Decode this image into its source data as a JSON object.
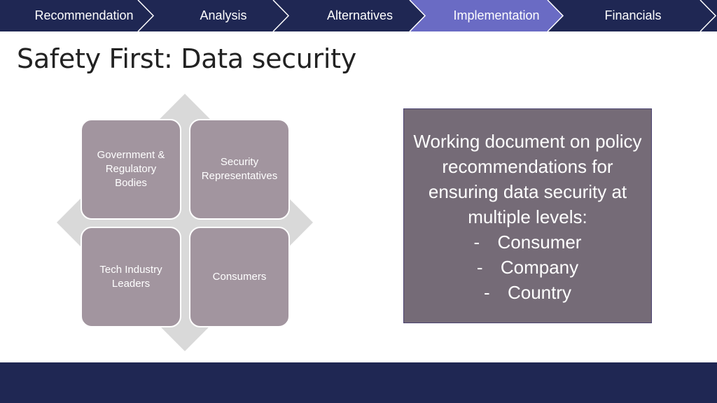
{
  "nav": {
    "items": [
      {
        "label": "Recommendation",
        "active": false
      },
      {
        "label": "Analysis",
        "active": false
      },
      {
        "label": "Alternatives",
        "active": false
      },
      {
        "label": "Implementation",
        "active": true
      },
      {
        "label": "Financials",
        "active": false
      }
    ]
  },
  "title": "Safety First: Data security",
  "matrix": {
    "top_left": "Government & Regulatory Bodies",
    "top_right": "Security Representatives",
    "bottom_left": "Tech Industry Leaders",
    "bottom_right": "Consumers"
  },
  "info": {
    "text": "Working document on policy recommendations for ensuring data security at multiple levels:",
    "dash": "-",
    "levels": [
      "Consumer",
      "Company",
      "Country"
    ]
  },
  "colors": {
    "nav_bg": "#1f2753",
    "nav_active": "#6a6bc4",
    "chevron_line": "#ffffff",
    "box_fill": "#a2959f",
    "diamond_fill": "#d9d9d9",
    "info_fill": "#756b77"
  }
}
